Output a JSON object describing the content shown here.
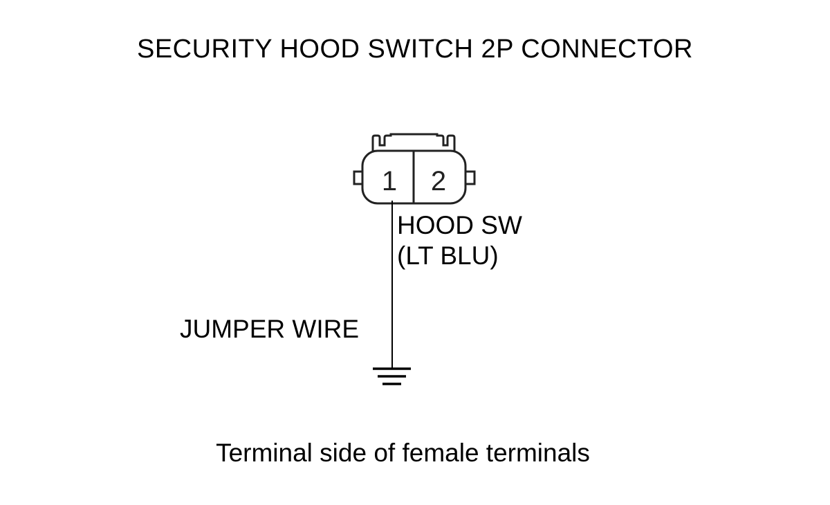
{
  "title": "SECURITY HOOD SWITCH 2P CONNECTOR",
  "connector": {
    "terminals": [
      "1",
      "2"
    ]
  },
  "wire": {
    "name": "HOOD SW",
    "color": "(LT BLU)"
  },
  "jumper_label": "JUMPER WIRE",
  "caption": "Terminal side of female terminals",
  "icons": [
    "connector-2p-icon",
    "ground-symbol-icon"
  ],
  "colors": {
    "ink": "#000000",
    "connector_stroke": "#222222",
    "background": "#ffffff"
  }
}
